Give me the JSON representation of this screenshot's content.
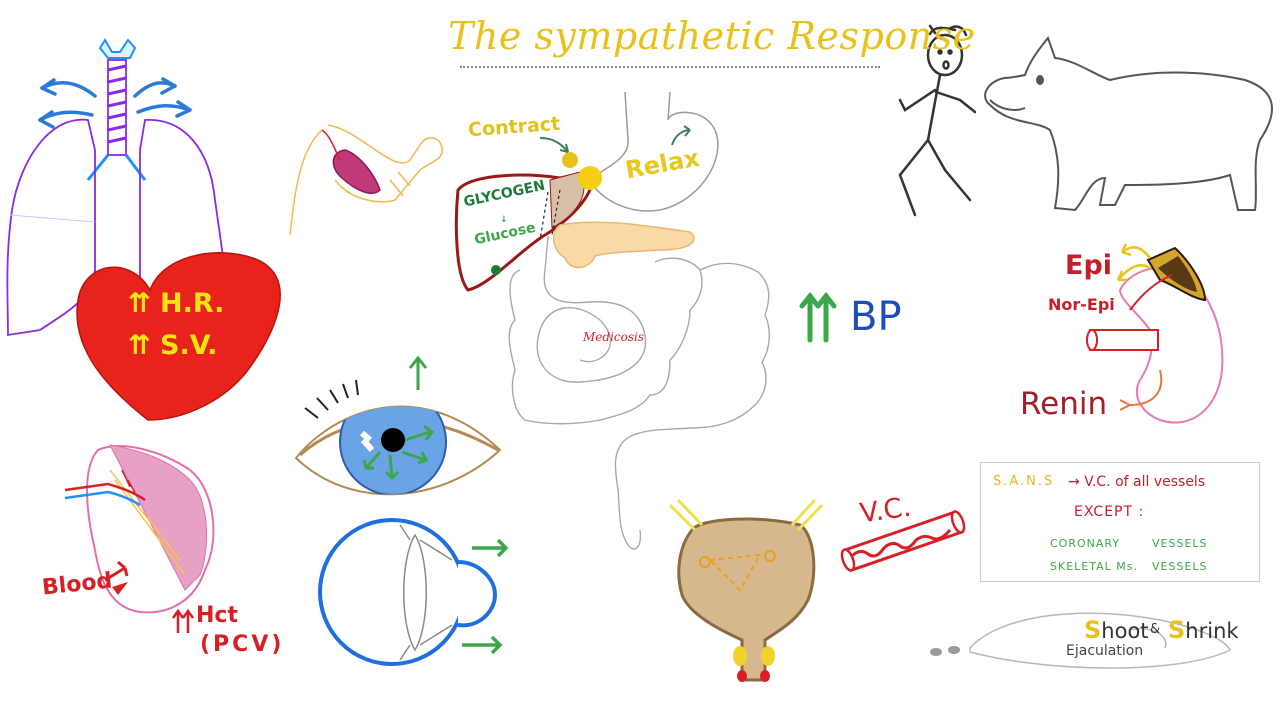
{
  "title": "The sympathetic Response",
  "colors": {
    "title": "#e8c21a",
    "heart": "#e8231b",
    "heart_text": "#f4e411",
    "bp_arrows": "#3ca64a",
    "bp_text": "#1d4db5",
    "lungs": "#8a2be2",
    "airflow_arrows": "#2b7bd6",
    "kidney_text": "#c21f2a",
    "box_text_yellow": "#e2b51b",
    "box_text_red": "#c21f2a",
    "box_text_green": "#3ca64a"
  },
  "heart": {
    "line1": "⇈ H.R.",
    "line2": "⇈ S.V."
  },
  "gi": {
    "contract": "Contract",
    "relax": "Relax",
    "glycogen": "GLYCOGEN",
    "glucose": "Glucose",
    "watermark": "Medicosis"
  },
  "bp": {
    "arrows": "⇈",
    "label": "BP"
  },
  "adrenal": {
    "epi": "Epi",
    "norepi": "Nor-Epi",
    "renin": "Renin"
  },
  "spleen": {
    "blood": "Blood",
    "hct": "⇈ Hct",
    "pcv": "(PCV)"
  },
  "vessel": {
    "vc": "V.C."
  },
  "box": {
    "line1_a": "S.A.N.S",
    "line1_b": "→ V.C. of all vessels",
    "line2": "EXCEPT :",
    "line3_a": "CORONARY",
    "line3_b": "VESSELS",
    "line4_a": "SKELETAL Ms.",
    "line4_b": "VESSELS"
  },
  "repro": {
    "shoot": "Shoot",
    "amp": "&",
    "shrink": "Shrink",
    "ejaculation": "Ejaculation"
  },
  "icons": [
    "lungs-icon",
    "heart-icon",
    "arm-muscle-icon",
    "stomach-icon",
    "liver-icon",
    "pancreas-icon",
    "intestine-icon",
    "eye-icon",
    "eye-cross-section-icon",
    "stick-figure-icon",
    "bear-icon",
    "kidney-icon",
    "bladder-icon",
    "blood-vessel-icon",
    "spleen-icon",
    "sperm-icon"
  ]
}
